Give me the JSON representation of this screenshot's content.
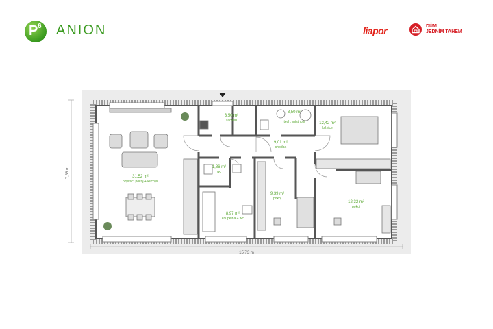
{
  "brand": {
    "badge_letter": "P",
    "badge_number": "6",
    "title": "ANION",
    "partner_logo": "liapor",
    "partner_line1": "DŮM",
    "partner_line2": "JEDNÍM TAHEM"
  },
  "rooms": [
    {
      "area": "31,52 m²",
      "name": "obývací pokoj + kuchyň"
    },
    {
      "area": "3,50 m²",
      "name": "zádveří"
    },
    {
      "area": "3,50 m²",
      "name": "tech. místnost"
    },
    {
      "area": "12,42 m²",
      "name": "ložnice"
    },
    {
      "area": "9,01 m²",
      "name": "chodba"
    },
    {
      "area": "1,86 m²",
      "name": "wc"
    },
    {
      "area": "8,97 m²",
      "name": "koupelna + wc"
    },
    {
      "area": "9,39 m²",
      "name": "pokoj"
    },
    {
      "area": "12,32 m²",
      "name": "pokoj"
    }
  ],
  "dimensions": {
    "width": "15,73 m",
    "depth": "7,38 m"
  },
  "colors": {
    "brand_green": "#3a9a1f",
    "label_green": "#5aa832",
    "partner_red": "#e2231a",
    "wall": "#555555",
    "floor_bg": "#ececec"
  },
  "icons": [
    "entrance-arrow-icon",
    "plant-icon",
    "sofa-icon",
    "armchair-icon",
    "dining-table-icon",
    "bed-icon",
    "wardrobe-icon",
    "toilet-icon",
    "bathtub-icon",
    "desk-chair-icon",
    "house-icon"
  ]
}
